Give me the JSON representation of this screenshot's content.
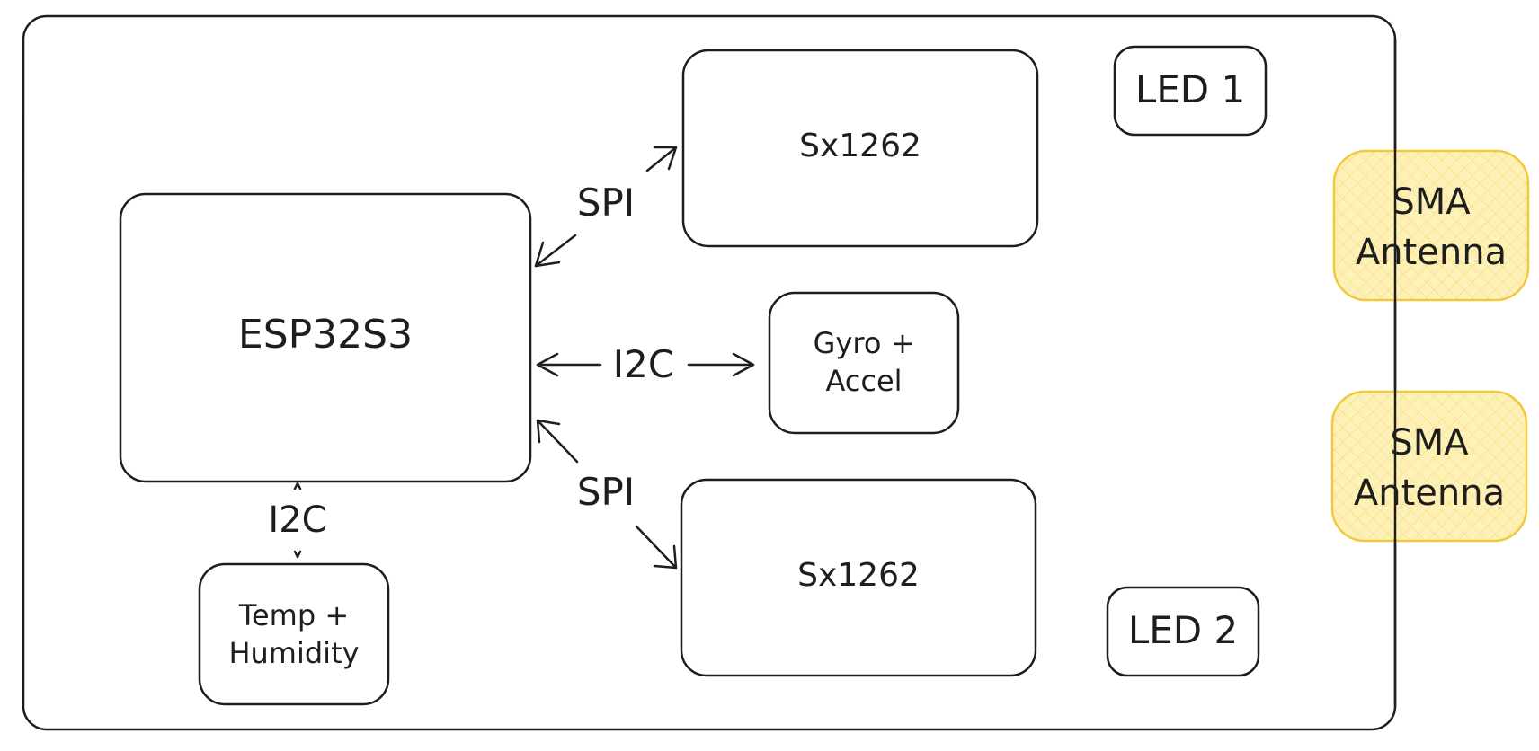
{
  "blocks": {
    "mcu": "ESP32S3",
    "radio_top": "Sx1262",
    "radio_bottom": "Sx1262",
    "gyro_line1": "Gyro +",
    "gyro_line2": "Accel",
    "temp_line1": "Temp +",
    "temp_line2": "Humidity",
    "led1": "LED 1",
    "led2": "LED 2",
    "antenna_top_line1": "SMA",
    "antenna_top_line2": "Antenna",
    "antenna_bottom_line1": "SMA",
    "antenna_bottom_line2": "Antenna"
  },
  "links": {
    "spi_top": "SPI",
    "spi_bottom": "SPI",
    "i2c_gyro": "I2C",
    "i2c_temp": "I2C"
  },
  "colors": {
    "stroke": "#1e1e1e",
    "antenna_fill": "#fdf1b8",
    "antenna_stroke": "#f1c93b"
  }
}
